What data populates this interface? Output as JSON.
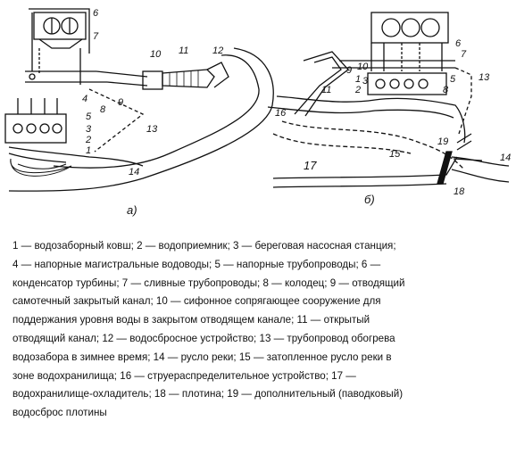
{
  "figure": {
    "panel_a_label": "а)",
    "panel_b_label": "б)",
    "labels_a": [
      "1",
      "2",
      "3",
      "4",
      "5",
      "6",
      "7",
      "8",
      "9",
      "10",
      "11",
      "12",
      "13",
      "14"
    ],
    "labels_b": [
      "1",
      "2",
      "3",
      "5",
      "6",
      "7",
      "9",
      "10",
      "11",
      "13",
      "14",
      "15",
      "16",
      "17",
      "18",
      "19",
      "8"
    ]
  },
  "caption": {
    "lines": [
      "1 — водозаборный ковш; 2 — водоприемник; 3 — береговая насосная станция;",
      "4 — напорные магистральные водоводы; 5 — напорные трубопроводы; 6 —",
      "конденсатор турбины; 7 — сливные трубопроводы; 8 — колодец; 9 — отводящий",
      "самотечный закрытый канал; 10 — сифонное сопрягающее сооружение для",
      "поддержания уровня воды в закрытом отводящем канале; 11 — открытый",
      "отводящий канал; 12 — водосбросное устройство; 13 — трубопровод обогрева",
      "водозабора в зимнее время; 14 — русло реки; 15 — затопленное русло реки в",
      "зоне водохранилища; 16 — струераспределительное устройство; 17 —",
      "водохранилище-охладитель; 18 — плотина; 19 — дополнительный (паводковый)",
      "водосброс плотины"
    ]
  }
}
